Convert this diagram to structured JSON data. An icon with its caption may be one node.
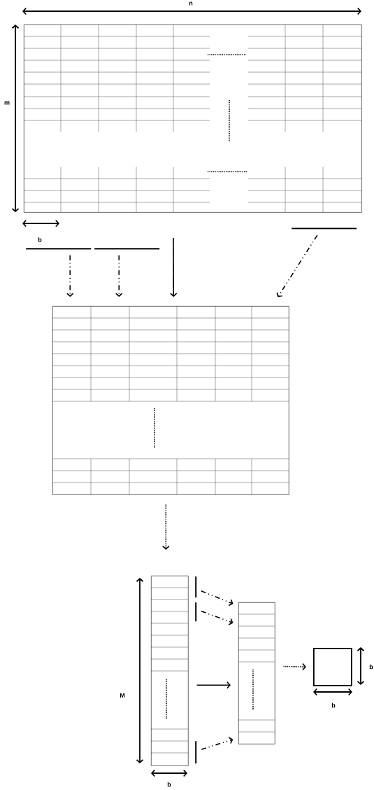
{
  "diagram": {
    "nodes": [
      {
        "text": [],
        "shape": "box"
      },
      {
        "text": [],
        "shape": "bar"
      },
      {
        "text": [],
        "shape": "bar"
      },
      {
        "text": [],
        "shape": "bar"
      },
      {
        "text": [],
        "shape": "box"
      },
      {
        "text": [],
        "shape": "box"
      },
      {
        "text": [],
        "shape": "bar"
      },
      {
        "text": [],
        "shape": "bar"
      },
      {
        "text": [],
        "shape": "box"
      },
      {
        "text": [],
        "shape": "bar"
      },
      {
        "text": [],
        "shape": "box"
      }
    ],
    "edges": [
      {
        "from": 1,
        "to": 4,
        "arrow": "to",
        "style": "dashed"
      },
      {
        "from": 2,
        "to": 4,
        "arrow": "to",
        "style": "dashed"
      },
      {
        "from": null,
        "to": 4,
        "arrow": "to"
      },
      {
        "from": 3,
        "to": 4,
        "arrow": "to",
        "style": "dashed"
      },
      {
        "from": 4,
        "to": 5,
        "arrow": "to",
        "style": "dashed"
      },
      {
        "from": 6,
        "to": 8,
        "arrow": "to",
        "style": "dashed"
      },
      {
        "from": 7,
        "to": 8,
        "arrow": "to",
        "style": "dashed"
      },
      {
        "from": 5,
        "to": 8,
        "arrow": "to"
      },
      {
        "from": 9,
        "to": 8,
        "arrow": "to",
        "style": "dashed"
      },
      {
        "from": 8,
        "to": 10,
        "arrow": "to",
        "style": "dashed"
      }
    ],
    "labels": [
      "n",
      "m",
      "b",
      "b",
      "M",
      "b",
      "b"
    ]
  }
}
